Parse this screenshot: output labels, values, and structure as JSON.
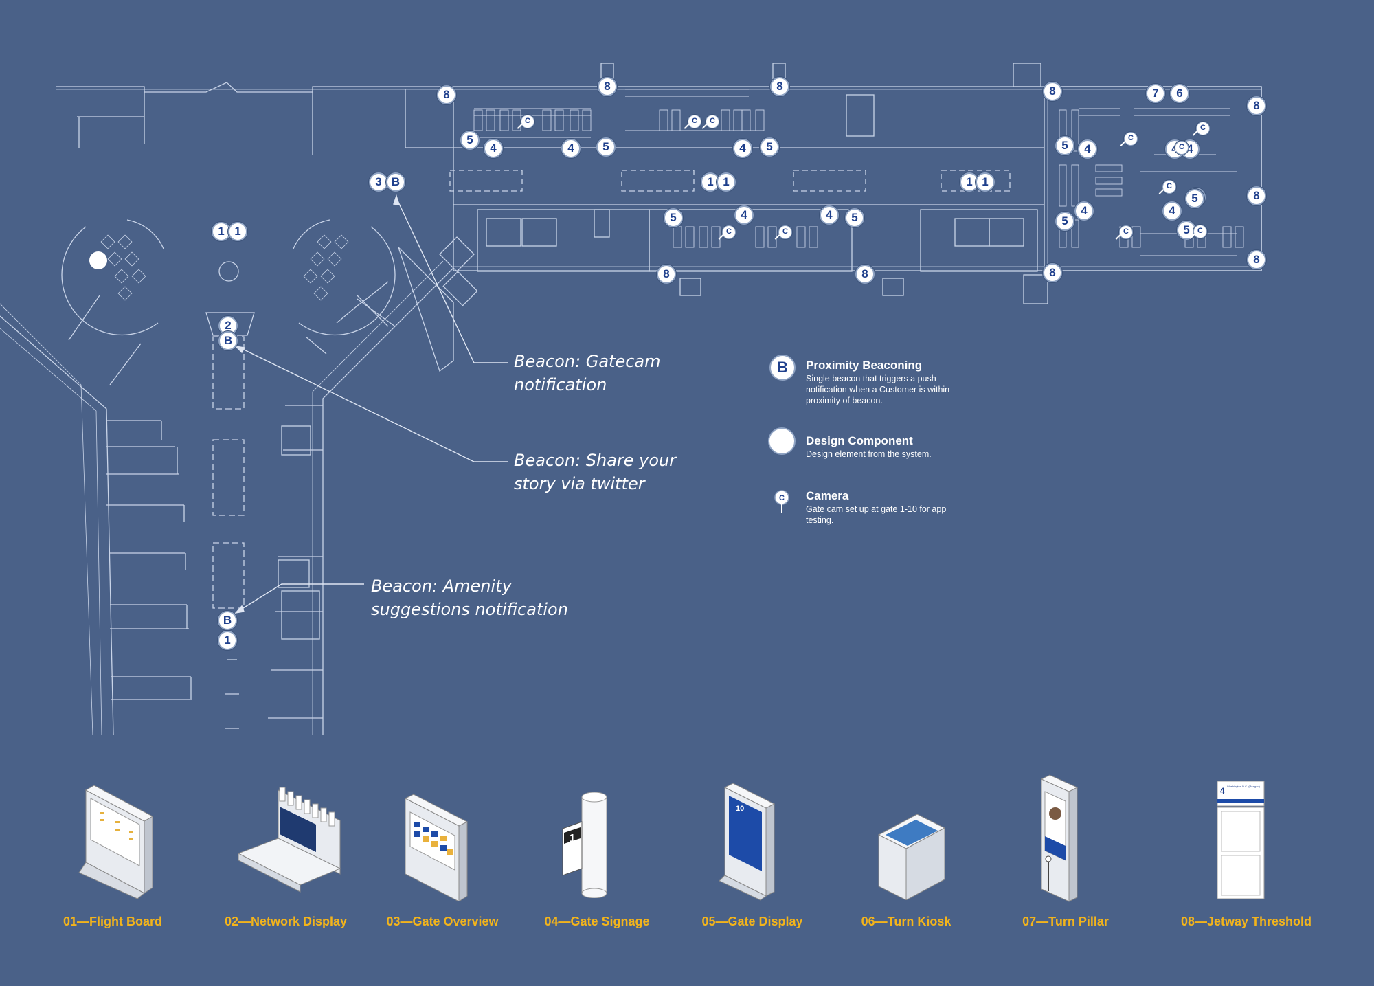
{
  "colors": {
    "background": "#4a6188",
    "plan_lines": "#c9d4e8",
    "marker_text": "#1e3f8c",
    "label_accent": "#f3b41b"
  },
  "callouts": {
    "gatecam": [
      "Beacon: Gatecam",
      "notification"
    ],
    "twitter": [
      "Beacon: Share your",
      "story via twitter"
    ],
    "amenity": [
      "Beacon: Amenity",
      "suggestions notification"
    ]
  },
  "legend": {
    "beacon": {
      "icon_letter": "B",
      "title": "Proximity Beaconing",
      "desc": "Single beacon that triggers a push notification when a Customer is within proximity of beacon."
    },
    "design": {
      "title": "Design Component",
      "desc": "Design element from the system."
    },
    "camera": {
      "icon_letter": "C",
      "title": "Camera",
      "desc": "Gate cam set up at gate 1-10 for app testing."
    }
  },
  "components": [
    {
      "label": "01—Flight Board",
      "icon": "flight-board-icon"
    },
    {
      "label": "02—Network Display",
      "icon": "network-display-icon"
    },
    {
      "label": "03—Gate Overview",
      "icon": "gate-overview-icon"
    },
    {
      "label": "04—Gate Signage",
      "icon": "gate-signage-icon",
      "sign_number": "1"
    },
    {
      "label": "05—Gate Display",
      "icon": "gate-display-icon",
      "screen_number": "10"
    },
    {
      "label": "06—Turn Kiosk",
      "icon": "turn-kiosk-icon"
    },
    {
      "label": "07—Turn Pillar",
      "icon": "turn-pillar-icon"
    },
    {
      "label": "08—Jetway Threshold",
      "icon": "jetway-threshold-icon",
      "header_number": "4",
      "header_text": "Washington D.C. (Reagan)"
    }
  ],
  "markers": [
    {
      "text": "8",
      "kind": "number"
    },
    {
      "text": "8",
      "kind": "number"
    },
    {
      "text": "8",
      "kind": "number"
    },
    {
      "text": "8",
      "kind": "number"
    },
    {
      "text": "7",
      "kind": "number"
    },
    {
      "text": "6",
      "kind": "number"
    },
    {
      "text": "8",
      "kind": "number"
    },
    {
      "text": "5",
      "kind": "number"
    },
    {
      "text": "4",
      "kind": "number"
    },
    {
      "text": "4",
      "kind": "number"
    },
    {
      "text": "5",
      "kind": "number"
    },
    {
      "text": "4",
      "kind": "number"
    },
    {
      "text": "5",
      "kind": "number"
    },
    {
      "text": "5",
      "kind": "number"
    },
    {
      "text": "4",
      "kind": "number"
    },
    {
      "text": "4",
      "kind": "number"
    },
    {
      "text": "4",
      "kind": "number"
    },
    {
      "text": "5",
      "kind": "number"
    },
    {
      "text": "3",
      "kind": "number"
    },
    {
      "text": "B",
      "kind": "beacon"
    },
    {
      "text": "1",
      "kind": "number"
    },
    {
      "text": "1",
      "kind": "number"
    },
    {
      "text": "1",
      "kind": "number"
    },
    {
      "text": "1",
      "kind": "number"
    },
    {
      "text": "1",
      "kind": "number"
    },
    {
      "text": "1",
      "kind": "number"
    },
    {
      "text": "8",
      "kind": "number"
    },
    {
      "text": "5",
      "kind": "number"
    },
    {
      "text": "4",
      "kind": "number"
    },
    {
      "text": "4",
      "kind": "number"
    },
    {
      "text": "5",
      "kind": "number"
    },
    {
      "text": "4",
      "kind": "number"
    },
    {
      "text": "5",
      "kind": "number"
    },
    {
      "text": "5",
      "kind": "number"
    },
    {
      "text": "4",
      "kind": "number"
    },
    {
      "text": "5",
      "kind": "number"
    },
    {
      "text": "8",
      "kind": "number"
    },
    {
      "text": "8",
      "kind": "number"
    },
    {
      "text": "8",
      "kind": "number"
    },
    {
      "text": "8",
      "kind": "number"
    },
    {
      "text": "2",
      "kind": "number"
    },
    {
      "text": "B",
      "kind": "beacon"
    },
    {
      "text": "B",
      "kind": "beacon"
    },
    {
      "text": "1",
      "kind": "number"
    },
    {
      "text": "C",
      "kind": "camera"
    },
    {
      "text": "C",
      "kind": "camera"
    },
    {
      "text": "C",
      "kind": "camera"
    },
    {
      "text": "C",
      "kind": "camera"
    },
    {
      "text": "C",
      "kind": "camera"
    },
    {
      "text": "C",
      "kind": "camera"
    },
    {
      "text": "C",
      "kind": "camera"
    },
    {
      "text": "C",
      "kind": "camera"
    },
    {
      "text": "C",
      "kind": "camera"
    },
    {
      "text": "C",
      "kind": "camera"
    },
    {
      "text": "C",
      "kind": "camera"
    }
  ]
}
